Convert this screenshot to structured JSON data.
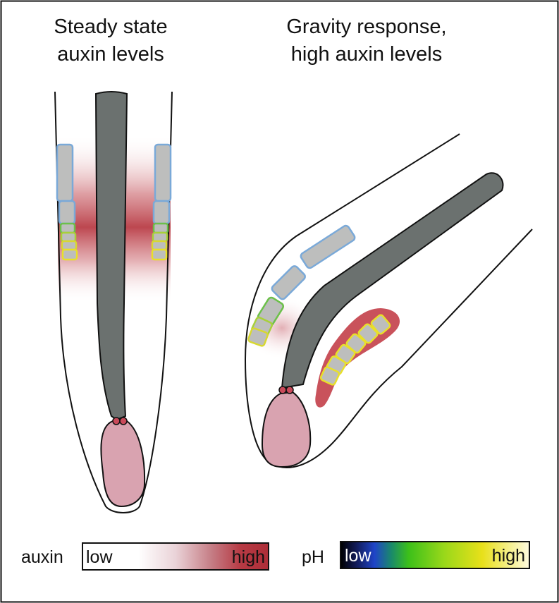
{
  "titles": {
    "left_line1": "Steady state",
    "left_line2": "auxin levels",
    "right_line1": "Gravity response,",
    "right_line2": "high auxin levels"
  },
  "legends": {
    "auxin": {
      "name": "auxin",
      "low": "low",
      "high": "high"
    },
    "ph": {
      "name": "pH",
      "low": "low",
      "high": "high"
    }
  },
  "colors": {
    "outline": "#111111",
    "stele": "#6b716f",
    "root_cap": "#d9a3b0",
    "quiescent_center": "#c94a5a",
    "auxin_high": "#b5323c",
    "epidermal_cell_fill": "#bdbebd",
    "ph_low_cell": "#7aa9d8",
    "ph_mid_cell": "#6cc04a",
    "ph_high_cell": "#e8e02a",
    "auxin_patch_gravity": "#c9525b"
  }
}
